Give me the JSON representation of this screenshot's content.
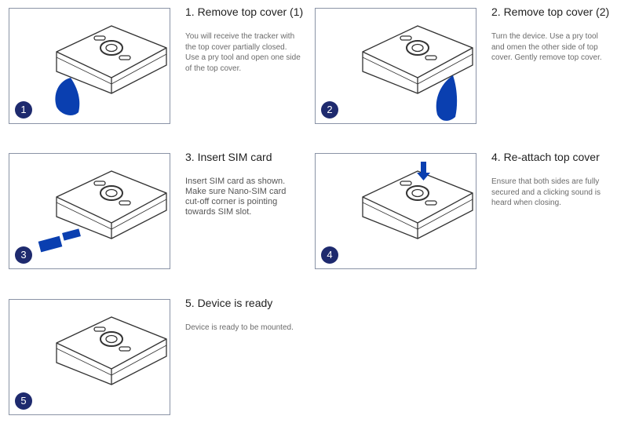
{
  "steps": [
    {
      "number": "1",
      "title": "1. Remove top cover (1)",
      "text": "You will receive the tracker with the top cover partially closed. Use a pry tool and open one side of the top cover."
    },
    {
      "number": "2",
      "title": "2. Remove top cover (2)",
      "text": "Turn the device. Use a pry tool and omen the other side of top cover. Gently remove top cover."
    },
    {
      "number": "3",
      "title": "3. Insert SIM card",
      "text": "Insert SIM card as shown. Make sure Nano-SIM card cut-off corner is pointing towards SIM slot."
    },
    {
      "number": "4",
      "title": "4. Re-attach top cover",
      "text": "Ensure that both sides are fully secured and a clicking sound is heard when closing."
    },
    {
      "number": "5",
      "title": "5. Device is ready",
      "text": "Device is ready to be mounted."
    }
  ],
  "colors": {
    "accent": "#0a3fb0",
    "badge": "#1e2a6e",
    "border": "#8a93a6"
  }
}
